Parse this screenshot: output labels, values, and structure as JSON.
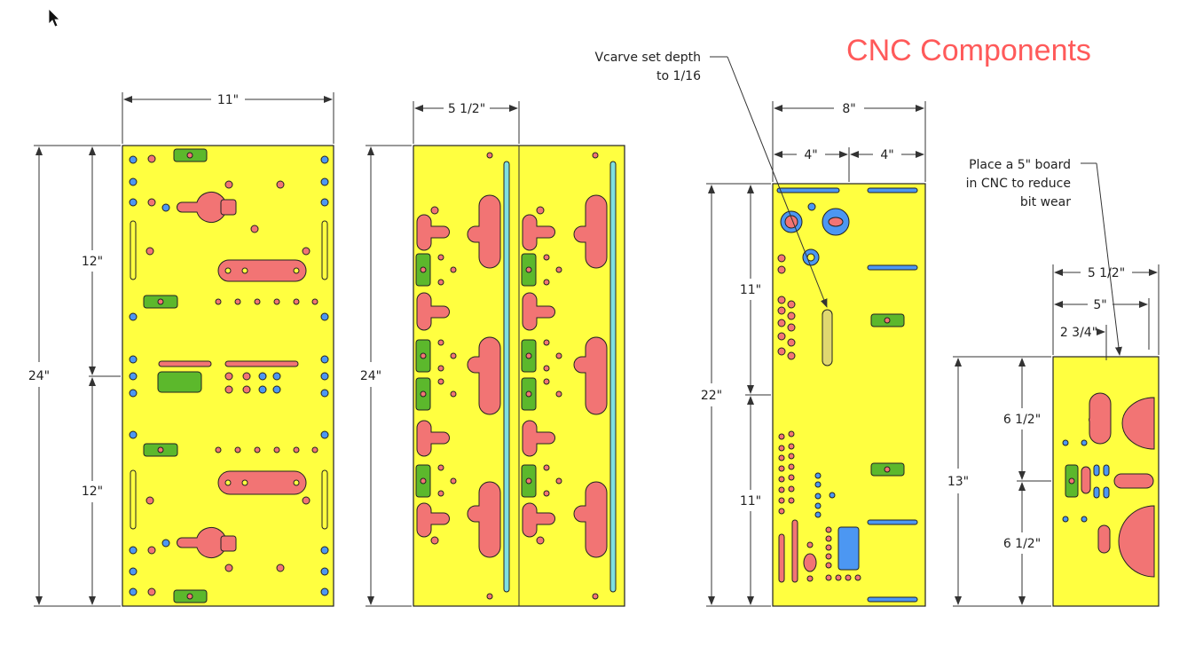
{
  "title": "CNC Components",
  "notes": {
    "vcarve_line1": "Vcarve set depth",
    "vcarve_line2": "to 1/16",
    "place_line1": "Place a 5\" board",
    "place_line2": "in CNC to reduce",
    "place_line3": "bit wear"
  },
  "dims": {
    "p1_width": "11\"",
    "p1_height": "24\"",
    "p1_upper": "12\"",
    "p1_lower": "12\"",
    "p2_width": "5 1/2\"",
    "p2_height": "24\"",
    "p3_width": "8\"",
    "p3_half_a": "4\"",
    "p3_half_b": "4\"",
    "p3_height": "22\"",
    "p3_upper": "11\"",
    "p3_lower": "11\"",
    "p4_width": "5 1/2\"",
    "p4_inner": "5\"",
    "p4_half": "2 3/4\"",
    "p4_height": "13\"",
    "p4_upper": "6 1/2\"",
    "p4_lower": "6 1/2\""
  },
  "colors": {
    "board": "#ffff40",
    "cut_red": "#f27474",
    "cut_green": "#5cb82c",
    "cut_blue": "#4c97f2",
    "cut_cyan": "#7fe0e0",
    "title_red": "#ff5a5a"
  },
  "icons": {
    "cursor": "mouse-pointer-icon"
  }
}
